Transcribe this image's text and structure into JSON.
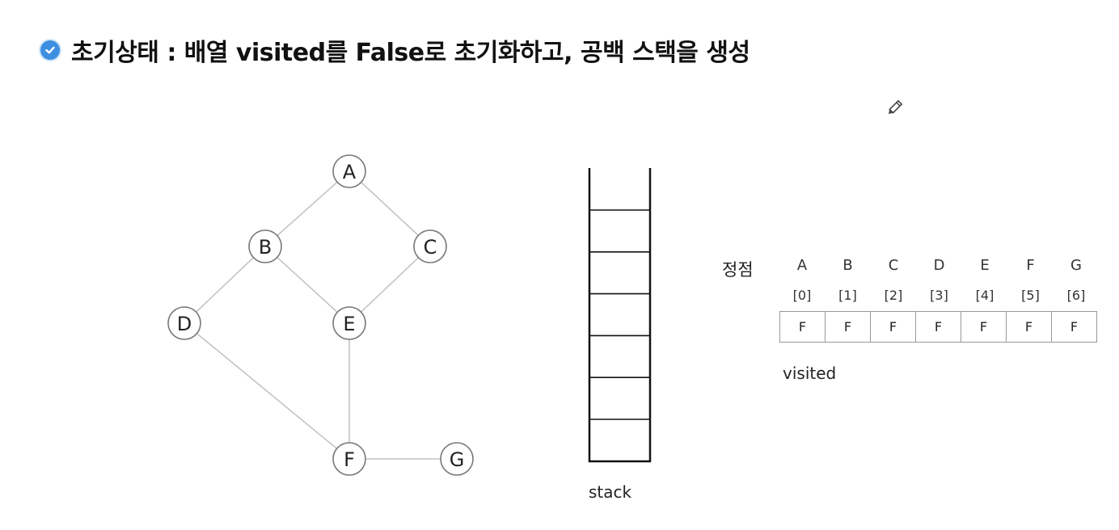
{
  "title": "초기상태 : 배열 visited를 False로 초기화하고, 공백 스택을 생성",
  "icons": {
    "title_bullet": "check-circle-icon",
    "cursor": "pencil-icon"
  },
  "colors": {
    "accent": "#3d8fe0"
  },
  "graph": {
    "nodes": [
      "A",
      "B",
      "C",
      "D",
      "E",
      "F",
      "G"
    ],
    "edges": [
      [
        "A",
        "B"
      ],
      [
        "A",
        "C"
      ],
      [
        "B",
        "D"
      ],
      [
        "B",
        "E"
      ],
      [
        "C",
        "E"
      ],
      [
        "D",
        "F"
      ],
      [
        "E",
        "F"
      ],
      [
        "F",
        "G"
      ]
    ]
  },
  "stack": {
    "label": "stack",
    "slots": 7,
    "items": []
  },
  "visited": {
    "heading": "정점",
    "vertices": [
      "A",
      "B",
      "C",
      "D",
      "E",
      "F",
      "G"
    ],
    "indices": [
      "[0]",
      "[1]",
      "[2]",
      "[3]",
      "[4]",
      "[5]",
      "[6]"
    ],
    "values": [
      "F",
      "F",
      "F",
      "F",
      "F",
      "F",
      "F"
    ],
    "label": "visited"
  }
}
